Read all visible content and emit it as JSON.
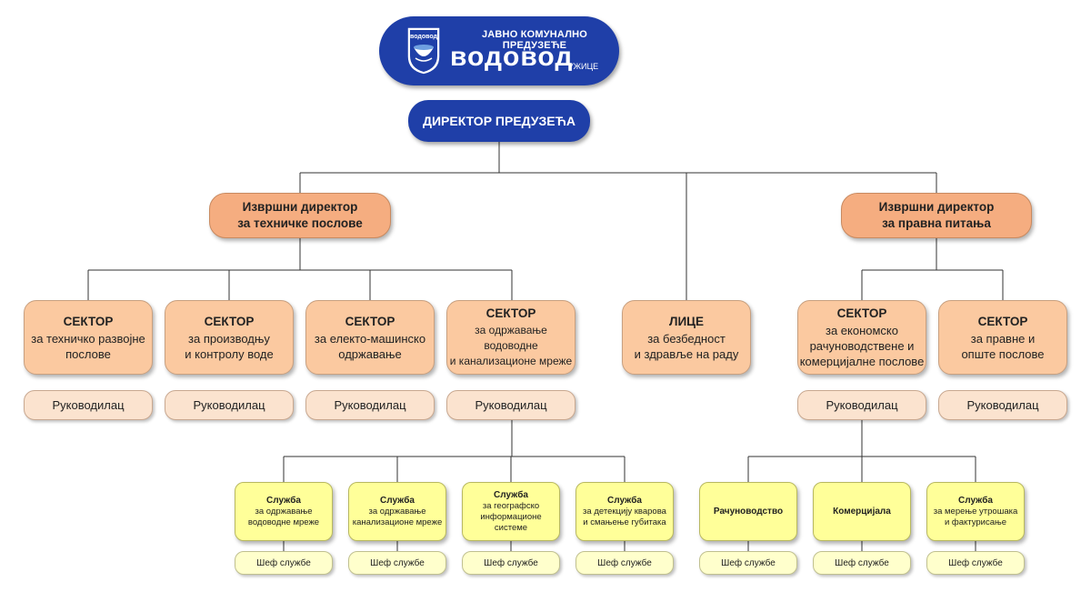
{
  "logo": {
    "company_line": "ЈАВНО КОМУНАЛНО ПРЕДУЗЕЋЕ",
    "brand": "водовод",
    "city": "УЖИЦЕ",
    "emblem_text": "водовод",
    "icon": "water-drop-emblem"
  },
  "director": "ДИРЕКТОР ПРЕДУЗЕЋА",
  "exec_technical": {
    "line1": "Извршни директор",
    "line2": "за техничке послове"
  },
  "exec_legal": {
    "line1": "Извршни директор",
    "line2": "за  правна питања"
  },
  "safety": {
    "title": "ЛИЦЕ",
    "line1": "за безбедност",
    "line2": "и здравље на раду"
  },
  "sectors": [
    {
      "title": "СЕКТОР",
      "line1": "за техничко развојне",
      "line2": "послове",
      "line3": "",
      "manager": "Руководилац"
    },
    {
      "title": "СЕКТОР",
      "line1": "за производњу",
      "line2": "и контролу воде",
      "line3": "",
      "manager": "Руководилац"
    },
    {
      "title": "СЕКТОР",
      "line1": "за електо-машинско",
      "line2": "одржавање",
      "line3": "",
      "manager": "Руководилац"
    },
    {
      "title": "СЕКТОР",
      "line1": "за одржавање водоводне",
      "line2": "и канализационе мреже",
      "line3": "",
      "manager": "Руководилац"
    },
    {
      "title": "СЕКТОР",
      "line1": "за економско",
      "line2": "рачуноводствене и",
      "line3": "комерцијалне послове",
      "manager": "Руководилац"
    },
    {
      "title": "СЕКТОР",
      "line1": "за правне и",
      "line2": "опште послове",
      "line3": "",
      "manager": "Руководилац"
    }
  ],
  "services": [
    {
      "title": "Служба",
      "line1": "за одржавање",
      "line2": "водоводне мреже",
      "chief": "Шеф службе"
    },
    {
      "title": "Служба",
      "line1": "за одржавање",
      "line2": "канализационе мреже",
      "chief": "Шеф службе"
    },
    {
      "title": "Служба",
      "line1": "за географско",
      "line2": "информационе системе",
      "chief": "Шеф службе"
    },
    {
      "title": "Служба",
      "line1": "за детекцију кварова",
      "line2": "и смањење губитака",
      "chief": "Шеф службе"
    },
    {
      "title": "Рачуноводство",
      "line1": "",
      "line2": "",
      "chief": "Шеф службе"
    },
    {
      "title": "Комерцијала",
      "line1": "",
      "line2": "",
      "chief": "Шеф службе"
    },
    {
      "title": "Служба",
      "line1": "за мерење утрошака",
      "line2": "и фактурисање",
      "chief": "Шеф службе"
    }
  ]
}
